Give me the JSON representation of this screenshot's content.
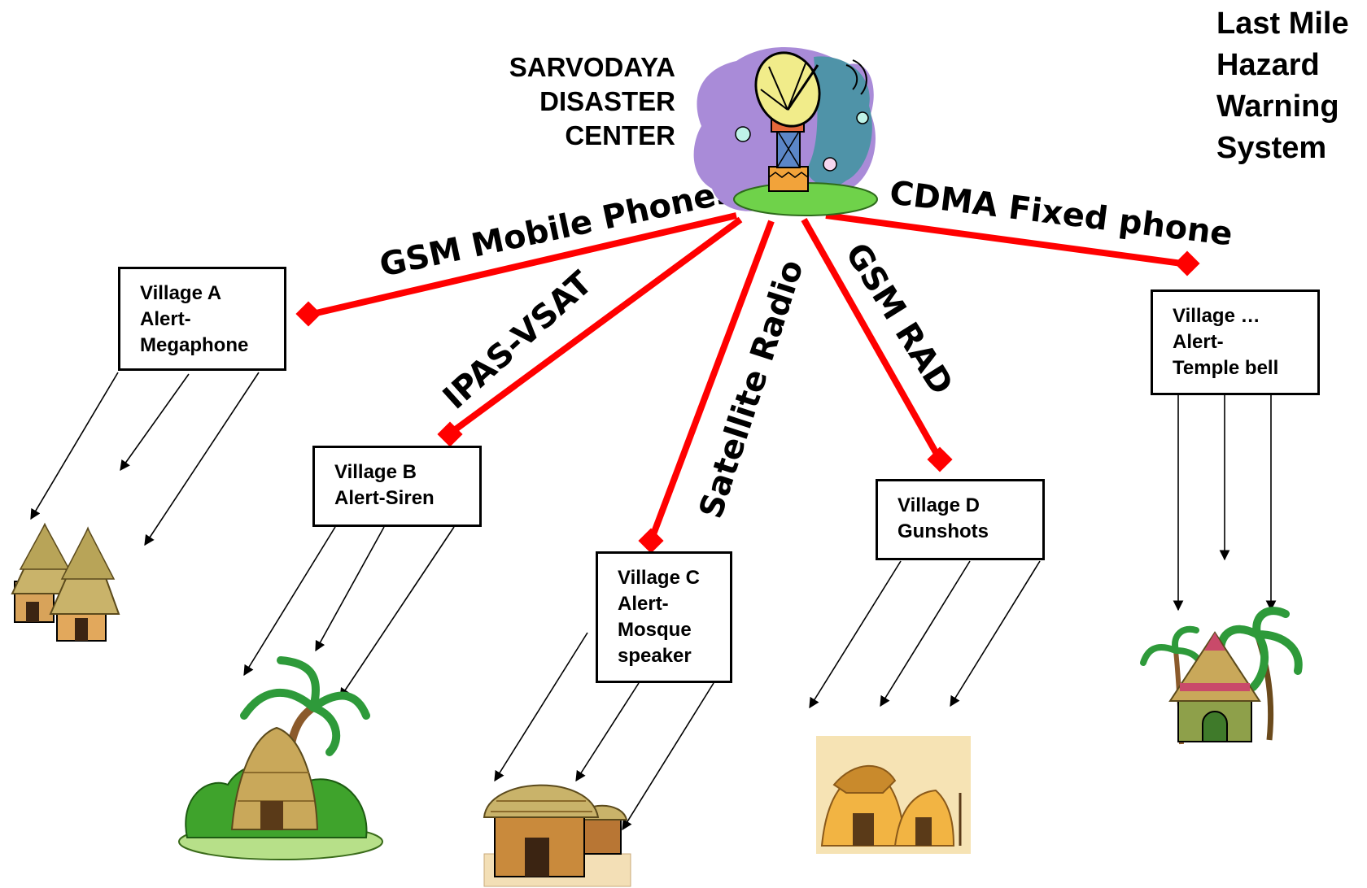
{
  "center": {
    "lines": [
      "SARVODAYA",
      "DISASTER",
      "CENTER"
    ],
    "icon": "satellite-dish-icon"
  },
  "system_title": {
    "lines": [
      "Last Mile",
      "Hazard",
      "Warning",
      "System"
    ]
  },
  "links": {
    "gsm_mobile": "GSM Mobile Phones",
    "ipas_vsat": "IPAS-VSAT",
    "satellite_radio": "Satellite Radio",
    "gsm_rad": "GSM RAD",
    "cdma_fixed": "CDMA Fixed phone"
  },
  "villages": {
    "a": {
      "lines": [
        "Village A",
        "Alert-",
        "Megaphone"
      ],
      "icon": "twin-thatched-huts-icon"
    },
    "b": {
      "lines": [
        "Village B",
        "Alert-Siren"
      ],
      "icon": "hut-with-palm-icon"
    },
    "c": {
      "lines": [
        "Village C",
        "Alert-",
        "Mosque",
        "speaker"
      ],
      "icon": "mud-huts-icon"
    },
    "d": {
      "lines": [
        "Village D",
        "Gunshots"
      ],
      "icon": "stone-dwellings-icon"
    },
    "e": {
      "lines": [
        "Village …",
        "Alert-",
        "Temple bell"
      ],
      "icon": "temple-hut-icon"
    }
  },
  "colors": {
    "link_line": "#ff0000",
    "arrow": "#000000",
    "dish_backdrop_purple": "#a98bd8",
    "dish_backdrop_teal": "#4f93a8",
    "ground_green": "#6fd24a",
    "thatch": "#c9b36a",
    "mud_wall": "#c98a3c"
  }
}
